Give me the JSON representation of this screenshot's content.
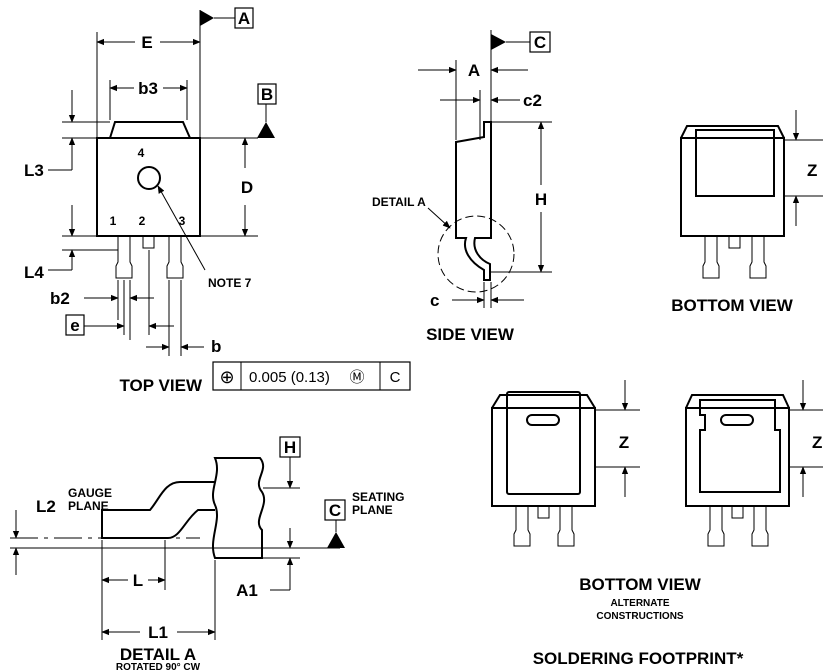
{
  "dims": {
    "E": "E",
    "A": "A",
    "b3": "b3",
    "B": "B",
    "C": "C",
    "c2": "c2",
    "L3": "L3",
    "D": "D",
    "H": "H",
    "Z": "Z",
    "L4": "L4",
    "b2": "b2",
    "e": "e",
    "b": "b",
    "c": "c",
    "L2": "L2",
    "L": "L",
    "L1": "L1",
    "A1": "A1"
  },
  "pins": [
    "1",
    "2",
    "3",
    "4"
  ],
  "notes": {
    "note7": "NOTE 7",
    "detail_a_ref": "DETAIL A",
    "gauge": "GAUGE",
    "gauge_plane": "PLANE",
    "seating": "SEATING",
    "seating_plane": "PLANE"
  },
  "tolerance": {
    "symbol": "⊕",
    "value": "0.005 (0.13)",
    "modifier": "Ⓜ",
    "datum": "C"
  },
  "views": {
    "top": "TOP VIEW",
    "side": "SIDE VIEW",
    "bottom": "BOTTOM VIEW",
    "bottom_alt_title": "BOTTOM VIEW",
    "alternate": "ALTERNATE",
    "constructions": "CONSTRUCTIONS",
    "detail": "DETAIL A",
    "rotated": "ROTATED 90° CW",
    "footprint": "SOLDERING FOOTPRINT*"
  }
}
